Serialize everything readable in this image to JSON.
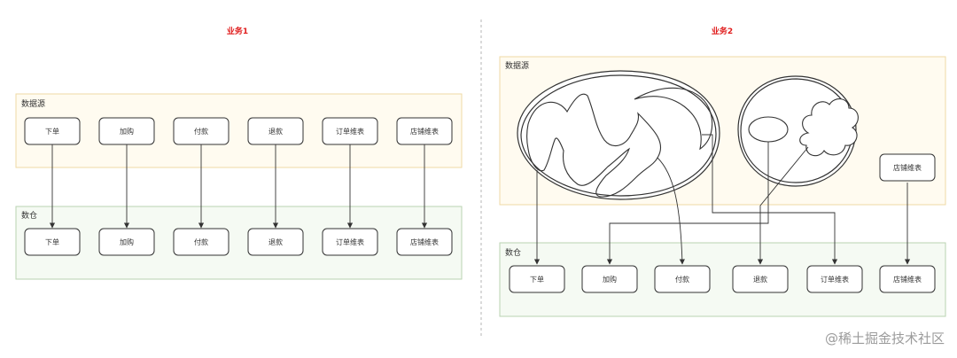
{
  "left": {
    "title": "业务1",
    "source_label": "数据源",
    "warehouse_label": "数仓",
    "source_nodes": [
      "下单",
      "加购",
      "付款",
      "退款",
      "订单维表",
      "店铺维表"
    ],
    "warehouse_nodes": [
      "下单",
      "加购",
      "付款",
      "退款",
      "订单维表",
      "店铺维表"
    ]
  },
  "right": {
    "title": "业务2",
    "source_label": "数据源",
    "warehouse_label": "数仓",
    "source_nodes": [
      "店铺维表"
    ],
    "warehouse_nodes": [
      "下单",
      "加购",
      "付款",
      "退款",
      "订单维表",
      "店铺维表"
    ]
  },
  "watermark": "@稀土掘金技术社区",
  "colors": {
    "title": "#e01e1e",
    "source_fill": "#fffbf0",
    "source_stroke": "#efd9a4",
    "warehouse_fill": "#f5faf3",
    "warehouse_stroke": "#b9d3b2"
  }
}
